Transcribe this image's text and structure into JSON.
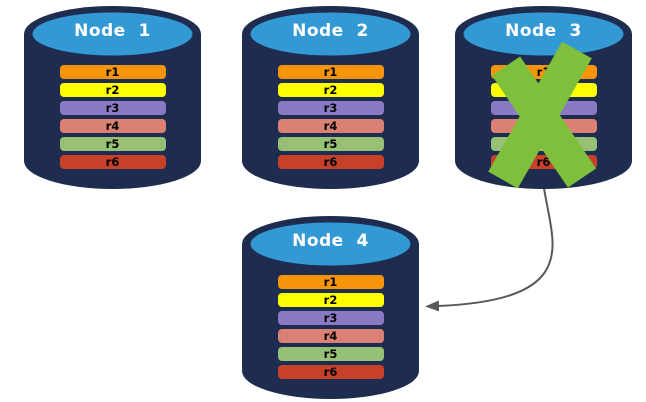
{
  "diagram": {
    "description": "replicated-database-nodes",
    "colors": {
      "cylinder_body": "#1E2C50",
      "cylinder_top": "#3399D5",
      "failure_x": "#7EC03C",
      "arrow": "#595959"
    },
    "nodes": [
      {
        "label": "Node  1",
        "failed": false,
        "rows": [
          {
            "label": "r1",
            "color": "#F7950A"
          },
          {
            "label": "r2",
            "color": "#FFFF00"
          },
          {
            "label": "r3",
            "color": "#8A7AC4"
          },
          {
            "label": "r4",
            "color": "#DB8173"
          },
          {
            "label": "r5",
            "color": "#97C077"
          },
          {
            "label": "r6",
            "color": "#C6402A"
          }
        ]
      },
      {
        "label": "Node  2",
        "failed": false,
        "rows": [
          {
            "label": "r1",
            "color": "#F7950A"
          },
          {
            "label": "r2",
            "color": "#FFFF00"
          },
          {
            "label": "r3",
            "color": "#8A7AC4"
          },
          {
            "label": "r4",
            "color": "#DB8173"
          },
          {
            "label": "r5",
            "color": "#97C077"
          },
          {
            "label": "r6",
            "color": "#C6402A"
          }
        ]
      },
      {
        "label": "Node  3",
        "failed": true,
        "rows": [
          {
            "label": "r1",
            "color": "#F7950A"
          },
          {
            "label": "r2",
            "color": "#FFFF00"
          },
          {
            "label": "r3",
            "color": "#8A7AC4"
          },
          {
            "label": "r4",
            "color": "#DB8173"
          },
          {
            "label": "r5",
            "color": "#97C077"
          },
          {
            "label": "r6",
            "color": "#C6402A"
          }
        ]
      },
      {
        "label": "Node  4",
        "failed": false,
        "rows": [
          {
            "label": "r1",
            "color": "#F7950A"
          },
          {
            "label": "r2",
            "color": "#FFFF00"
          },
          {
            "label": "r3",
            "color": "#8A7AC4"
          },
          {
            "label": "r4",
            "color": "#DB8173"
          },
          {
            "label": "r5",
            "color": "#97C077"
          },
          {
            "label": "r6",
            "color": "#C6402A"
          }
        ]
      }
    ],
    "arrow": {
      "from": "Node  3",
      "to": "Node  4"
    }
  }
}
